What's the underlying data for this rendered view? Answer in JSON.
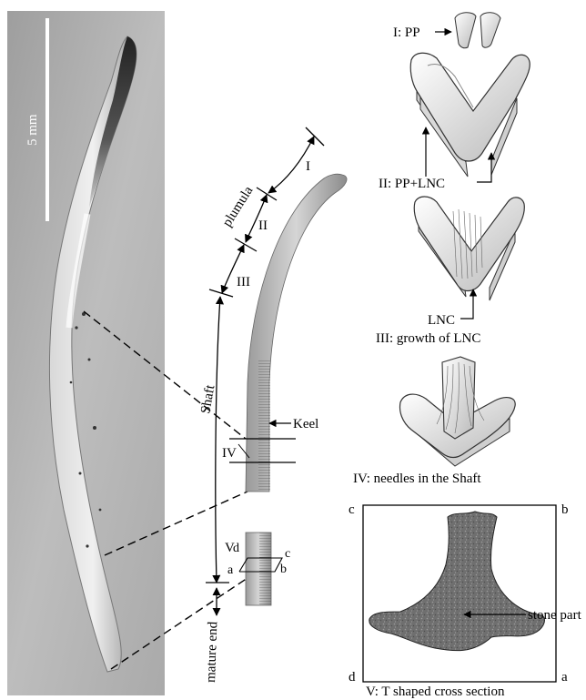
{
  "scale_bar": {
    "label": "5 mm"
  },
  "schematic": {
    "bracket_labels": {
      "plumula": "plumula",
      "shaft": "Shaft",
      "mature_end": "mature end"
    },
    "segment_labels": [
      "I",
      "II",
      "III"
    ],
    "keel_label": "Keel",
    "section_iv_label": "IV",
    "section_v_label": "V",
    "corner_letters": {
      "a": "a",
      "b": "b",
      "c": "c",
      "d": "d"
    }
  },
  "stages": [
    {
      "caption": "I: PP"
    },
    {
      "caption": "II: PP+LNC"
    },
    {
      "caption": "LNC",
      "subcaption": "III: growth of  LNC"
    },
    {
      "caption": "IV: needles in the Shaft"
    }
  ],
  "cross_section": {
    "caption": "V: T shaped cross section",
    "annotation": "stone part",
    "corners": {
      "top_left": "c",
      "top_right": "b",
      "bottom_left": "d",
      "bottom_right": "a"
    }
  }
}
